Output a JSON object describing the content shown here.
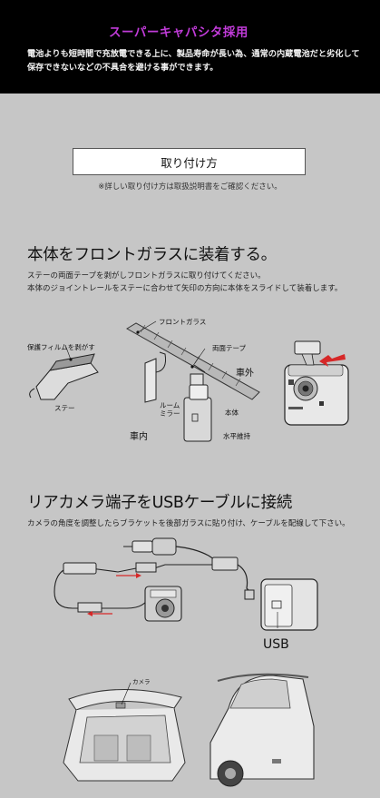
{
  "header": {
    "title": "スーパーキャパシタ採用",
    "body_line1": "電池よりも短時間で充放電できる上に、製品寿命が長い為、通常の内蔵電池だと劣化して",
    "body_line2": "保存できないなどの不具合を避ける事ができます。"
  },
  "install": {
    "button_label": "取り付け方",
    "note": "※詳しい取り付け方は取扱説明書をご確認ください。"
  },
  "section1": {
    "heading": "本体をフロントガラスに装着する。",
    "line1": "ステーの両面テープを剥がしフロントガラスに取り付けてください。",
    "line2": "本体のジョイントレールをステーに合わせて矢印の方向に本体をスライドして装着します。",
    "labels": {
      "front_glass": "フロントガラス",
      "film": "保護フィルムを剥がす",
      "tape": "両面テープ",
      "outside": "車外",
      "stay": "ステー",
      "mirror": "ルーム\nミラー",
      "body": "本体",
      "inside": "車内",
      "level": "水平維持"
    }
  },
  "section2": {
    "heading": "リアカメラ端子をUSBケーブルに接続",
    "line1": "カメラの角度を調整したらブラケットを後部ガラスに貼り付け、ケーブルを配線して下さい。",
    "labels": {
      "usb": "USB",
      "camera": "カメラ"
    }
  },
  "colors": {
    "background": "#c6c6c6",
    "header_bg": "#000000",
    "title_accent": "#c03bd8",
    "arrow_red": "#d62828"
  }
}
